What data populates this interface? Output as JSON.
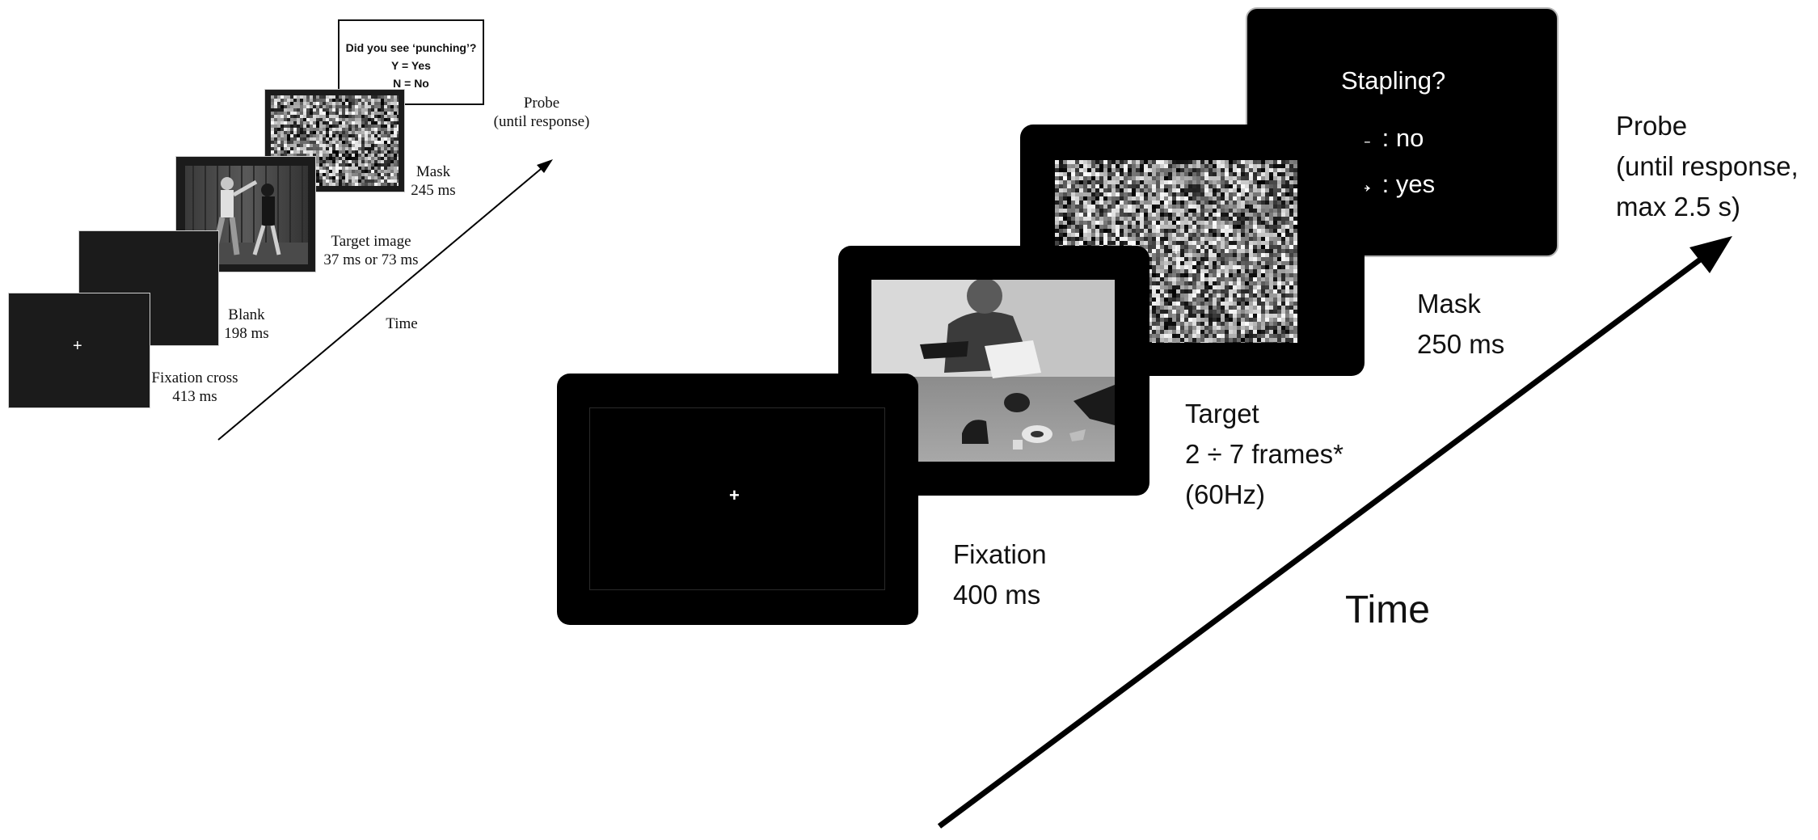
{
  "left_panel": {
    "probe_screen": {
      "question": "Did you see ‘punching’?",
      "yes_option": "Y = Yes",
      "no_option": "N = No"
    },
    "fixation_symbol": "+",
    "labels": {
      "probe": [
        "Probe",
        "(until response)"
      ],
      "mask": [
        "Mask",
        "245 ms"
      ],
      "target": [
        "Target image",
        "37 ms or 73 ms"
      ],
      "blank": [
        "Blank",
        "198 ms"
      ],
      "fixation": [
        "Fixation cross",
        "413 ms"
      ],
      "time": "Time"
    }
  },
  "right_panel": {
    "probe_screen": {
      "question": "Stapling?",
      "no_option": "← : no",
      "yes_option": "→ : yes"
    },
    "fixation_symbol": "+",
    "labels": {
      "probe": [
        "Probe",
        "(until response,",
        "max 2.5 s)"
      ],
      "mask": [
        "Mask",
        "250 ms"
      ],
      "target": [
        "Target",
        "2 ÷ 7 frames*",
        "(60Hz)"
      ],
      "fixation": [
        "Fixation",
        "400 ms"
      ],
      "time": "Time"
    }
  },
  "colors": {
    "screen_dark": "#1b1b1b",
    "screen_black": "#000000",
    "arrow": "#000000"
  }
}
